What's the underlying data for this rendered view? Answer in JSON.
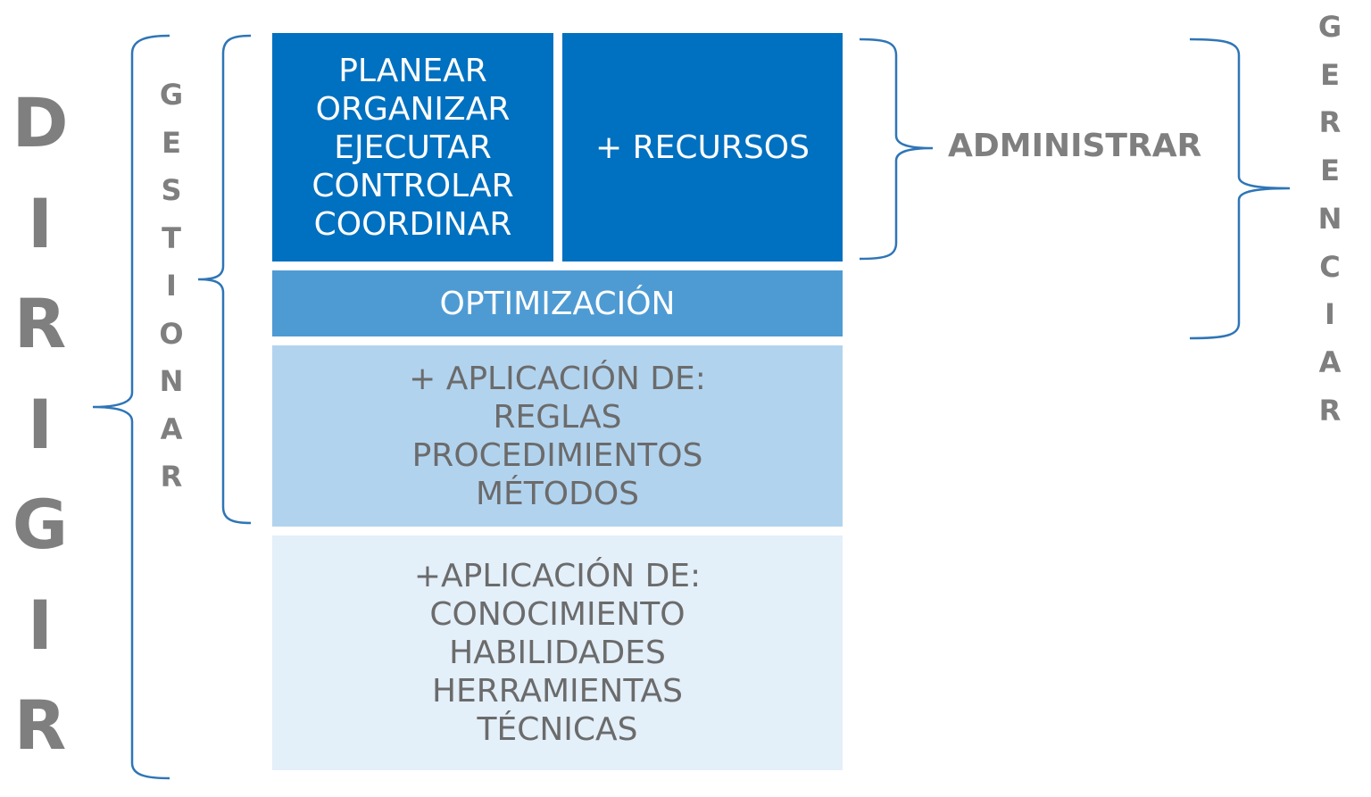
{
  "left_label": [
    "D",
    "I",
    "R",
    "I",
    "G",
    "I",
    "R"
  ],
  "inner_left_label": [
    "G",
    "E",
    "S",
    "T",
    "I",
    "O",
    "N",
    "A",
    "R"
  ],
  "right_label": [
    "G",
    "E",
    "R",
    "E",
    "N",
    "C",
    "I",
    "A",
    "R"
  ],
  "administrar_label": "ADMINISTRAR",
  "boxes": {
    "funciones": [
      "PLANEAR",
      "ORGANIZAR",
      "EJECUTAR",
      "CONTROLAR",
      "COORDINAR"
    ],
    "recursos": "+ RECURSOS",
    "optimizacion": "OPTIMIZACIÓN",
    "reglas": [
      "+ APLICACIÓN DE:",
      "REGLAS",
      "PROCEDIMIENTOS",
      "MÉTODOS"
    ],
    "conocimiento": [
      "+APLICACIÓN DE:",
      "CONOCIMIENTO",
      "HABILIDADES",
      "HERRAMIENTAS",
      "TÉCNICAS"
    ]
  },
  "colors": {
    "dark_blue": "#0070C0",
    "medium_blue": "#4E9BD4",
    "light_blue": "#B2D3EE",
    "pale_blue": "#E3EFF9",
    "gray_text": "#7F7F7F",
    "bracket": "#2E75B6"
  }
}
